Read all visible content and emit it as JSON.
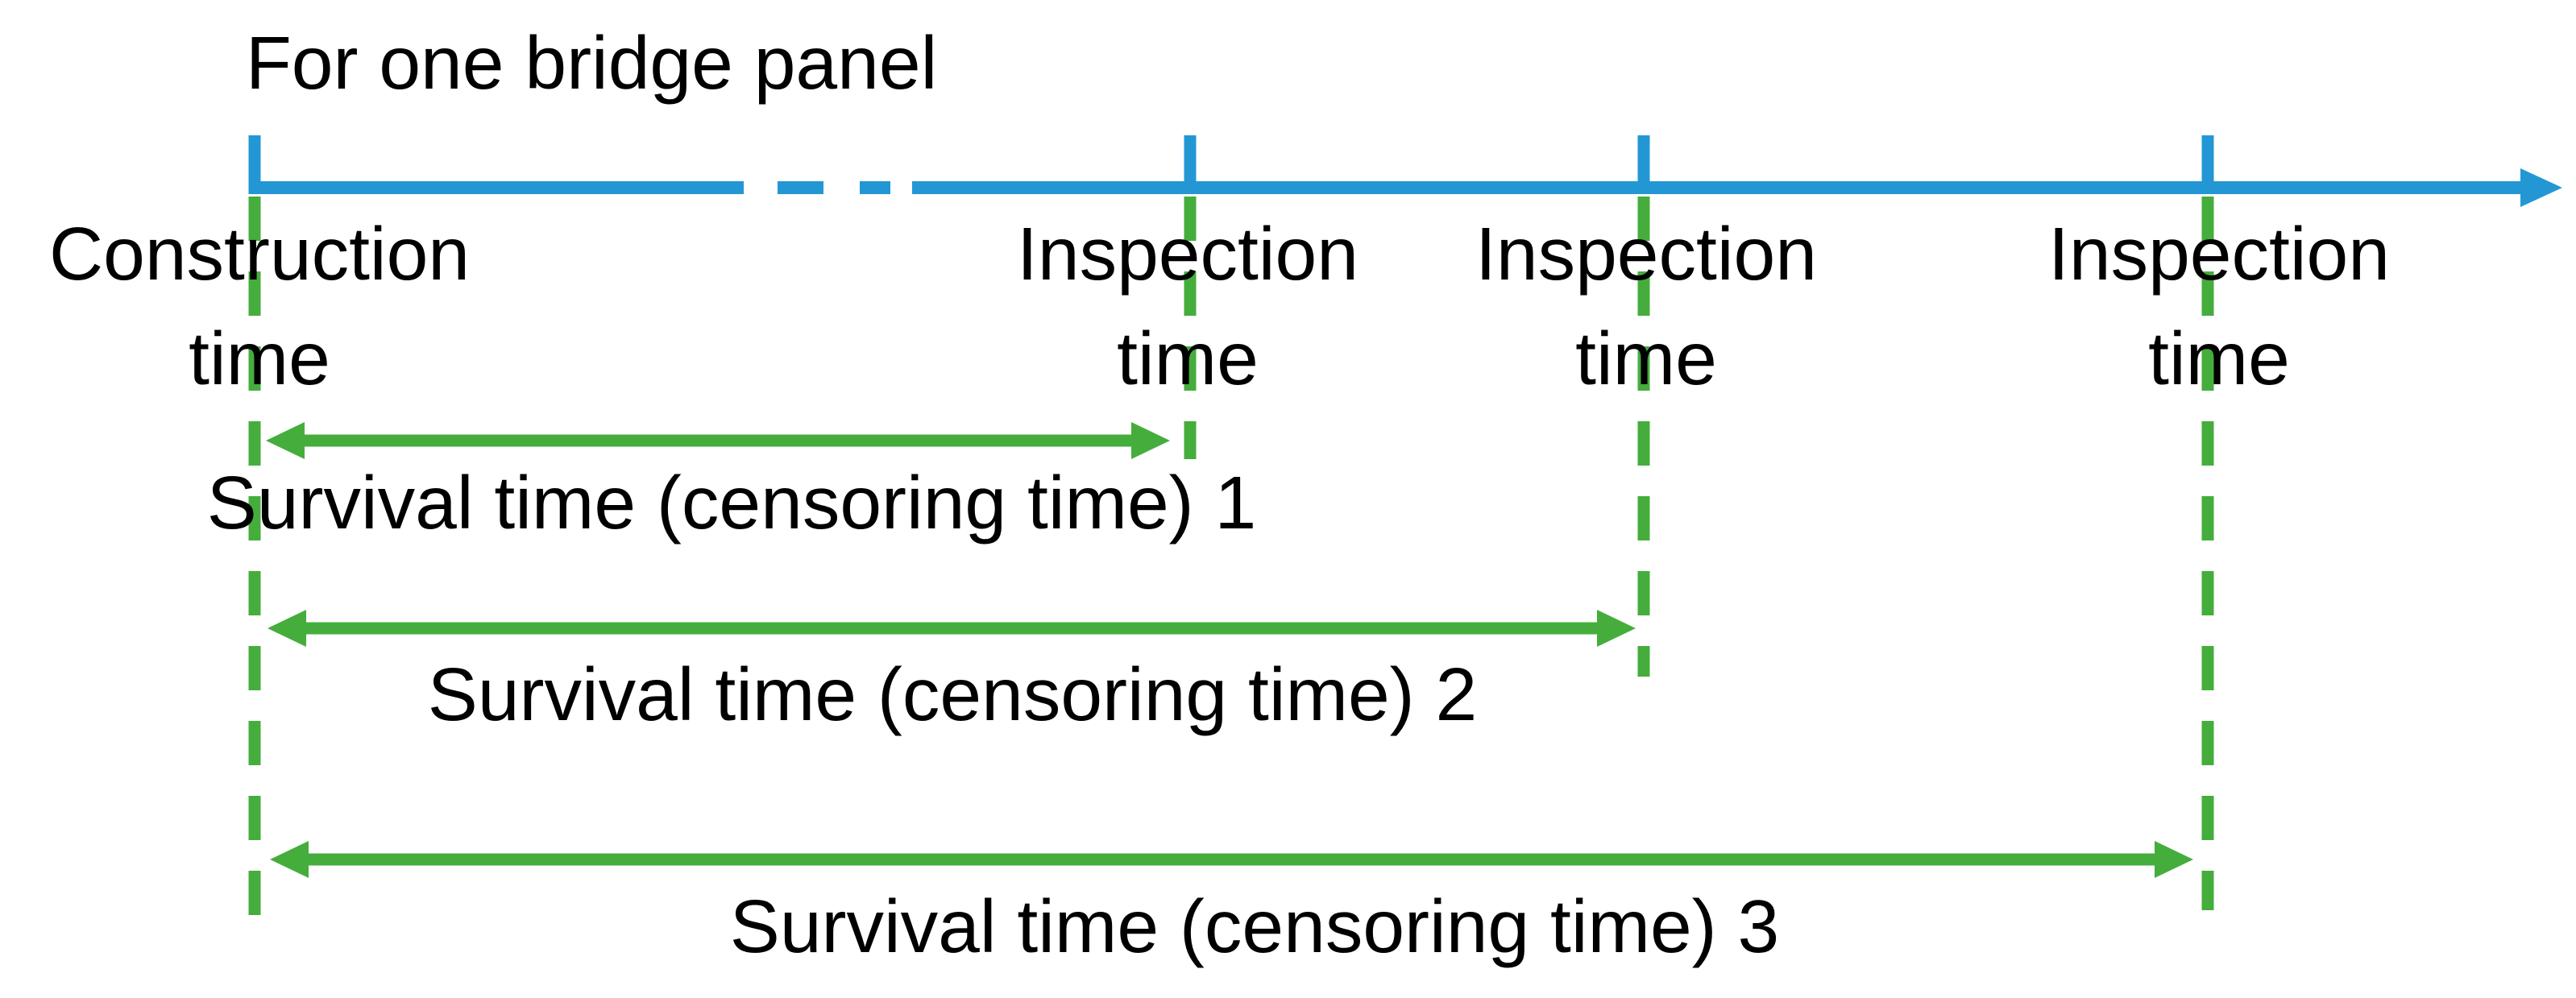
{
  "title": "For one bridge panel",
  "timeline": {
    "events": [
      {
        "label_line1": "Construction",
        "label_line2": "time"
      },
      {
        "label_line1": "Inspection",
        "label_line2": "time"
      },
      {
        "label_line1": "Inspection",
        "label_line2": "time"
      },
      {
        "label_line1": "Inspection",
        "label_line2": "time"
      }
    ]
  },
  "spans": [
    {
      "label": "Survival time (censoring time) 1"
    },
    {
      "label": "Survival time (censoring time) 2"
    },
    {
      "label": "Survival time (censoring time) 3"
    }
  ],
  "colors": {
    "timeline_blue": "#2397D4",
    "marker_green": "#45AD3C",
    "text_black": "#000000"
  }
}
